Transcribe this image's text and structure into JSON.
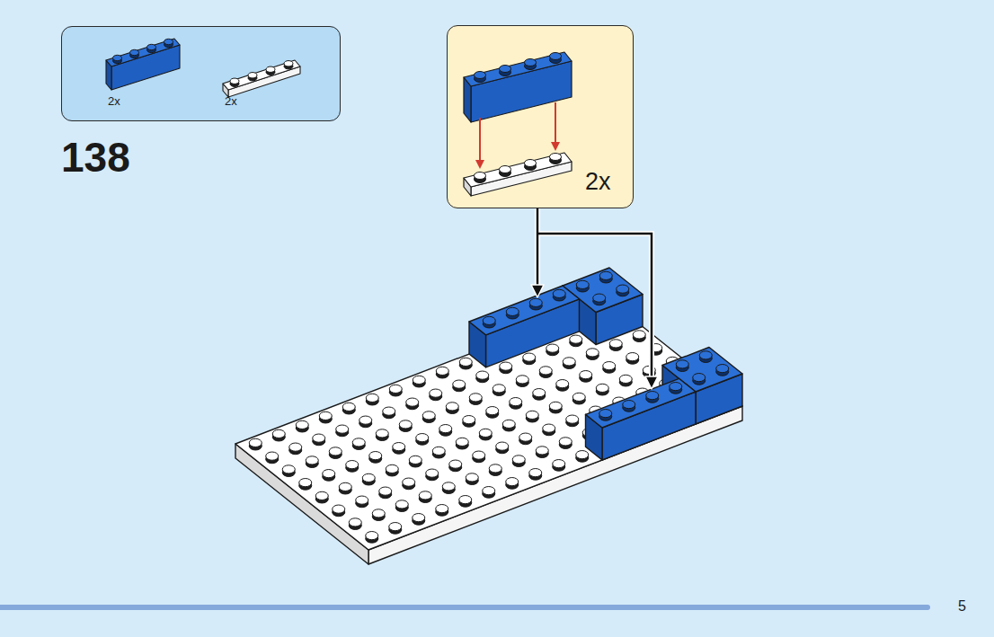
{
  "diagram": {
    "nodes": [
      {
        "text": [
          "2x",
          "2x"
        ]
      },
      {
        "text": [
          "2x"
        ]
      }
    ],
    "labels": [
      "138",
      "5"
    ]
  }
}
